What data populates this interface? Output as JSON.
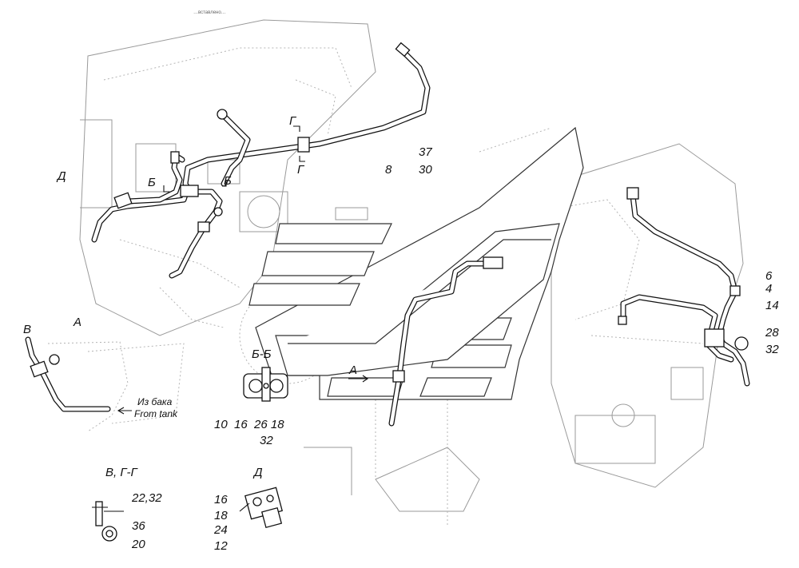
{
  "doc_code": "…вставлено…",
  "labels": {
    "d_view_top": "Д",
    "b_left": "Б",
    "b_right": "Б",
    "g_top": "Г",
    "g_bottom": "Г",
    "n37": "37",
    "n8": "8",
    "n30": "30",
    "a_view": "А",
    "v_view": "В",
    "a_arrow": "А",
    "bb_section": "Б-Б",
    "from_tank_ru": "Из бака",
    "from_tank_en": "From tank",
    "bb_parts_row": "10  16  26 18",
    "bb_parts_32": "32",
    "vgg_title": "В, Г-Г",
    "vgg_parts_1": "22,32",
    "vgg_parts_2": "36",
    "vgg_parts_3": "20",
    "d_title": "Д",
    "d_parts_1": "16",
    "d_parts_2": "18",
    "d_parts_3": "24",
    "d_parts_4": "12",
    "r_6": "6",
    "r_4": "4",
    "r_14": "14",
    "r_28": "28",
    "r_32": "32"
  }
}
